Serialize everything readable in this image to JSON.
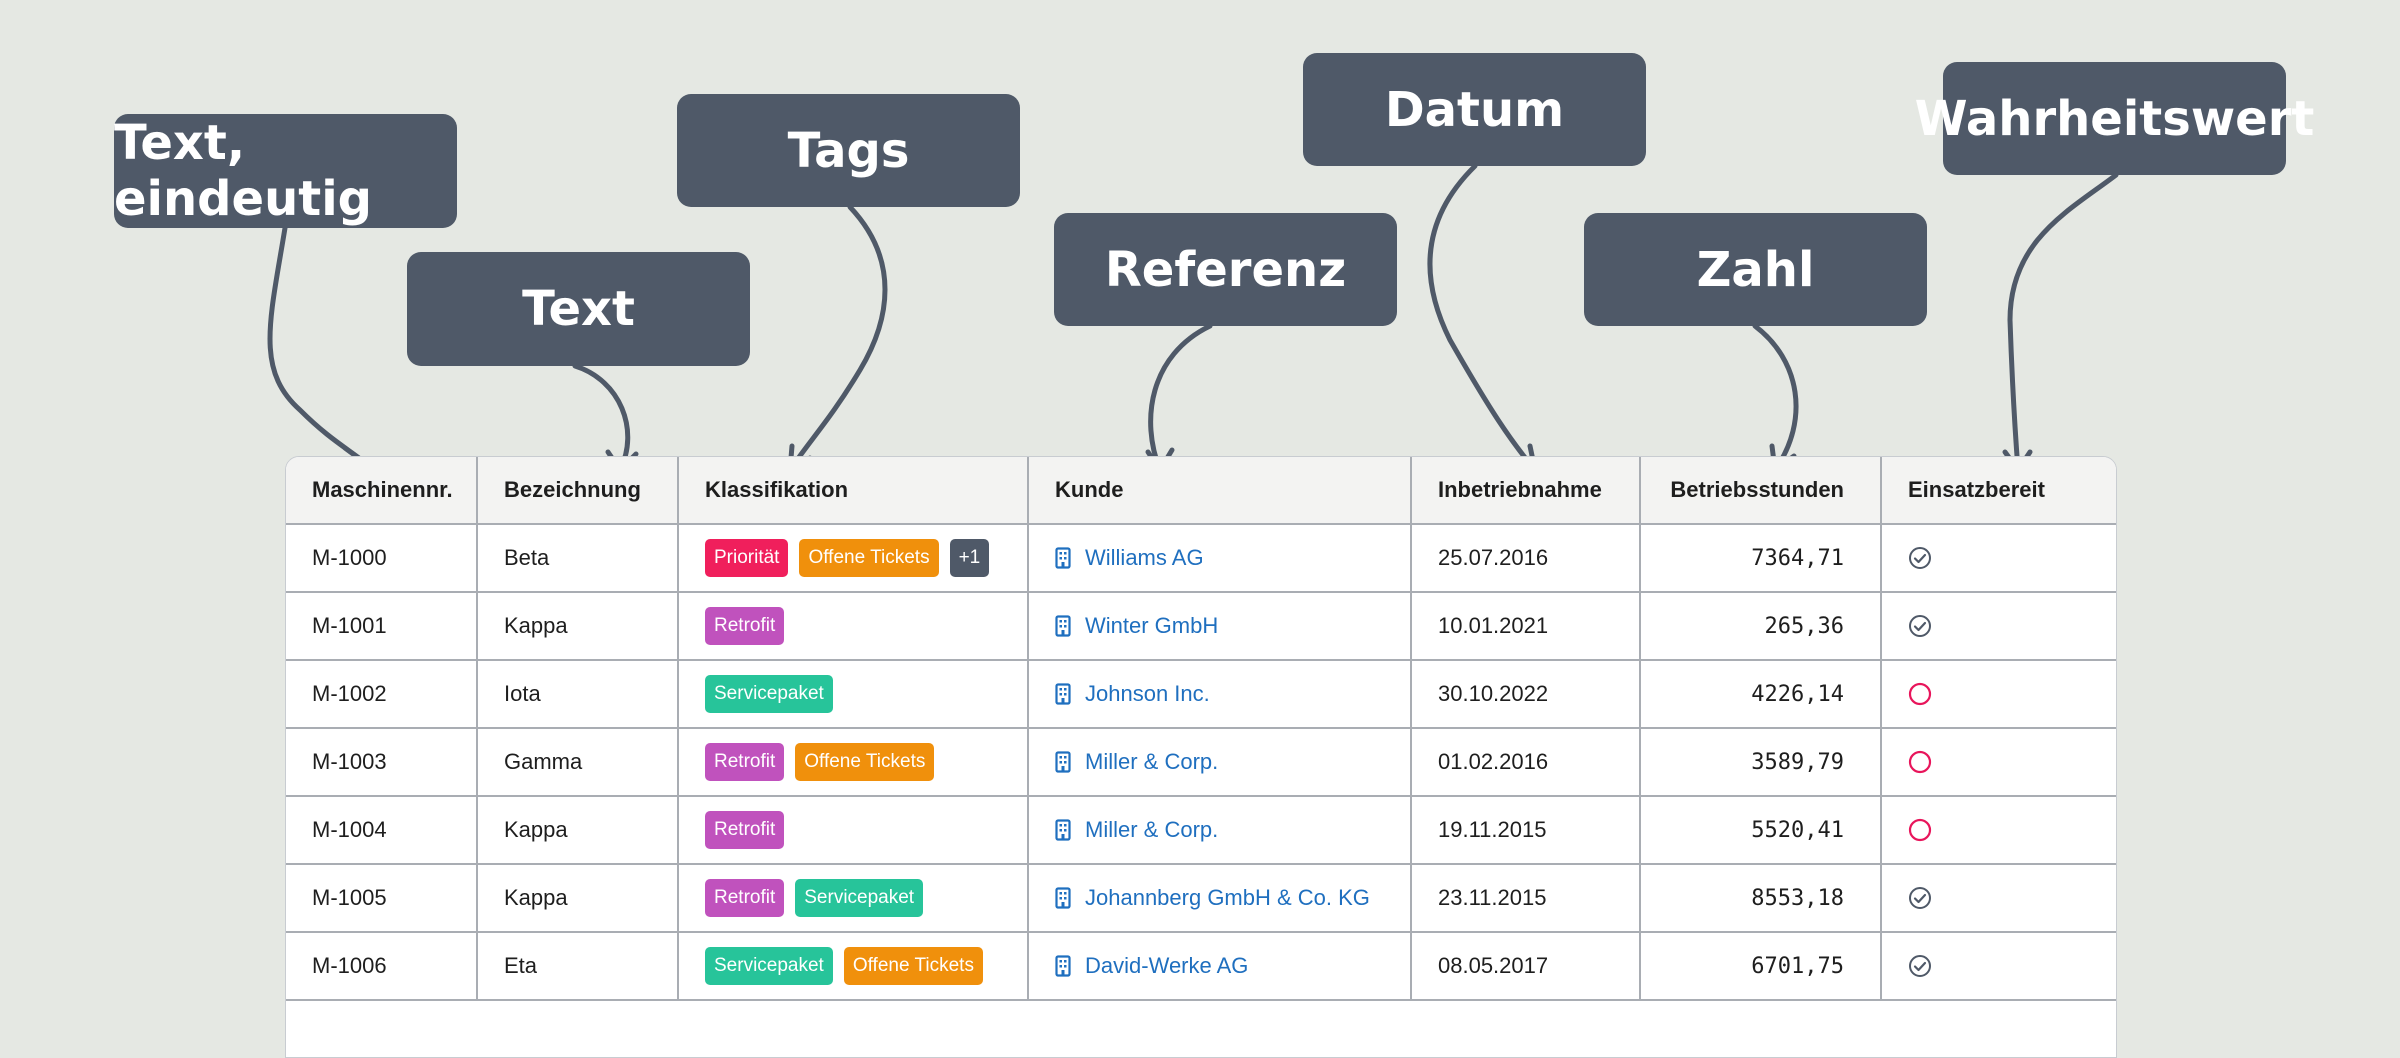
{
  "callouts": [
    "Text, eindeutig",
    "Text",
    "Tags",
    "Referenz",
    "Datum",
    "Zahl",
    "Wahrheitswert"
  ],
  "colors": {
    "background": "#e5e8e3",
    "callout": "#4f5968",
    "link": "#1f6fbf",
    "check_true": "#4f5968",
    "check_false": "#e8155b",
    "tag_prioritaet": "#f01f5c",
    "tag_offene_tickets": "#f0900c",
    "tag_retrofit": "#c052bd",
    "tag_servicepaket": "#27c49a",
    "tag_more": "#4f5968"
  },
  "table": {
    "headers": [
      "Maschinennr.",
      "Bezeichnung",
      "Klassifikation",
      "Kunde",
      "Inbetriebnahme",
      "Betriebsstunden",
      "Einsatzbereit"
    ],
    "rows": [
      {
        "id": "M-1000",
        "name": "Beta",
        "tags": [
          "Priorität",
          "Offene Tickets",
          "+1"
        ],
        "customer": "Williams AG",
        "date": "25.07.2016",
        "hours": "7364,71",
        "ready": true
      },
      {
        "id": "M-1001",
        "name": "Kappa",
        "tags": [
          "Retrofit"
        ],
        "customer": "Winter GmbH",
        "date": "10.01.2021",
        "hours": "265,36",
        "ready": true
      },
      {
        "id": "M-1002",
        "name": "Iota",
        "tags": [
          "Servicepaket"
        ],
        "customer": "Johnson Inc.",
        "date": "30.10.2022",
        "hours": "4226,14",
        "ready": false
      },
      {
        "id": "M-1003",
        "name": "Gamma",
        "tags": [
          "Retrofit",
          "Offene Tickets"
        ],
        "customer": "Miller & Corp.",
        "date": "01.02.2016",
        "hours": "3589,79",
        "ready": false
      },
      {
        "id": "M-1004",
        "name": "Kappa",
        "tags": [
          "Retrofit"
        ],
        "customer": "Miller & Corp.",
        "date": "19.11.2015",
        "hours": "5520,41",
        "ready": false
      },
      {
        "id": "M-1005",
        "name": "Kappa",
        "tags": [
          "Retrofit",
          "Servicepaket"
        ],
        "customer": "Johannberg GmbH & Co. KG",
        "date": "23.11.2015",
        "hours": "8553,18",
        "ready": true
      },
      {
        "id": "M-1006",
        "name": "Eta",
        "tags": [
          "Servicepaket",
          "Offene Tickets"
        ],
        "customer": "David-Werke AG",
        "date": "08.05.2017",
        "hours": "6701,75",
        "ready": true
      }
    ]
  }
}
